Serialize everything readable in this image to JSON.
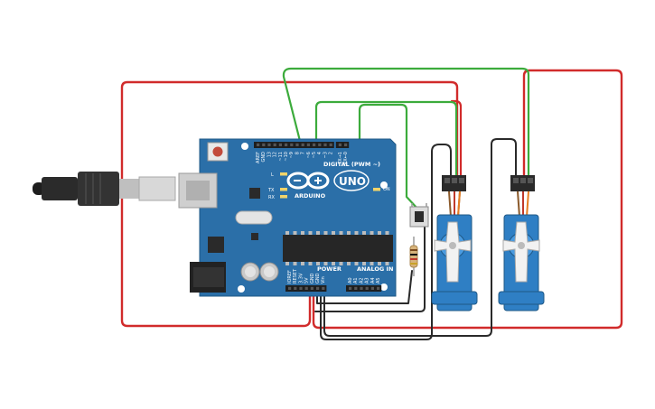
{
  "board": {
    "brand": "ARDUINO",
    "model": "UNO",
    "digital_label": "DIGITAL (PWM ~)",
    "power_label": "POWER",
    "analog_label": "ANALOG IN",
    "on_label": "ON",
    "led_l": "L",
    "led_tx": "TX",
    "led_rx": "RX",
    "tx_pin": "TX→1",
    "rx_pin": "RX←0",
    "digital_pins": [
      "AREF",
      "GND",
      "13",
      "12",
      "~11",
      "~10",
      "~9",
      "8",
      "7",
      "~6",
      "~5",
      "4",
      "~3",
      "2"
    ],
    "power_pins": [
      "IOREF",
      "RESET",
      "3.3V",
      "5V",
      "GND",
      "GND",
      "Vin"
    ],
    "analog_pins": [
      "A0",
      "A1",
      "A2",
      "A3",
      "A4",
      "A5"
    ]
  },
  "colors": {
    "board": "#2b6fa8",
    "wire_red": "#d12b2b",
    "wire_green": "#3cab3c",
    "wire_black": "#2a2a2a",
    "servo": "#2f7fc4"
  },
  "icons": {
    "usb": "usb-cable-icon",
    "infinity": "arduino-infinity-logo"
  }
}
